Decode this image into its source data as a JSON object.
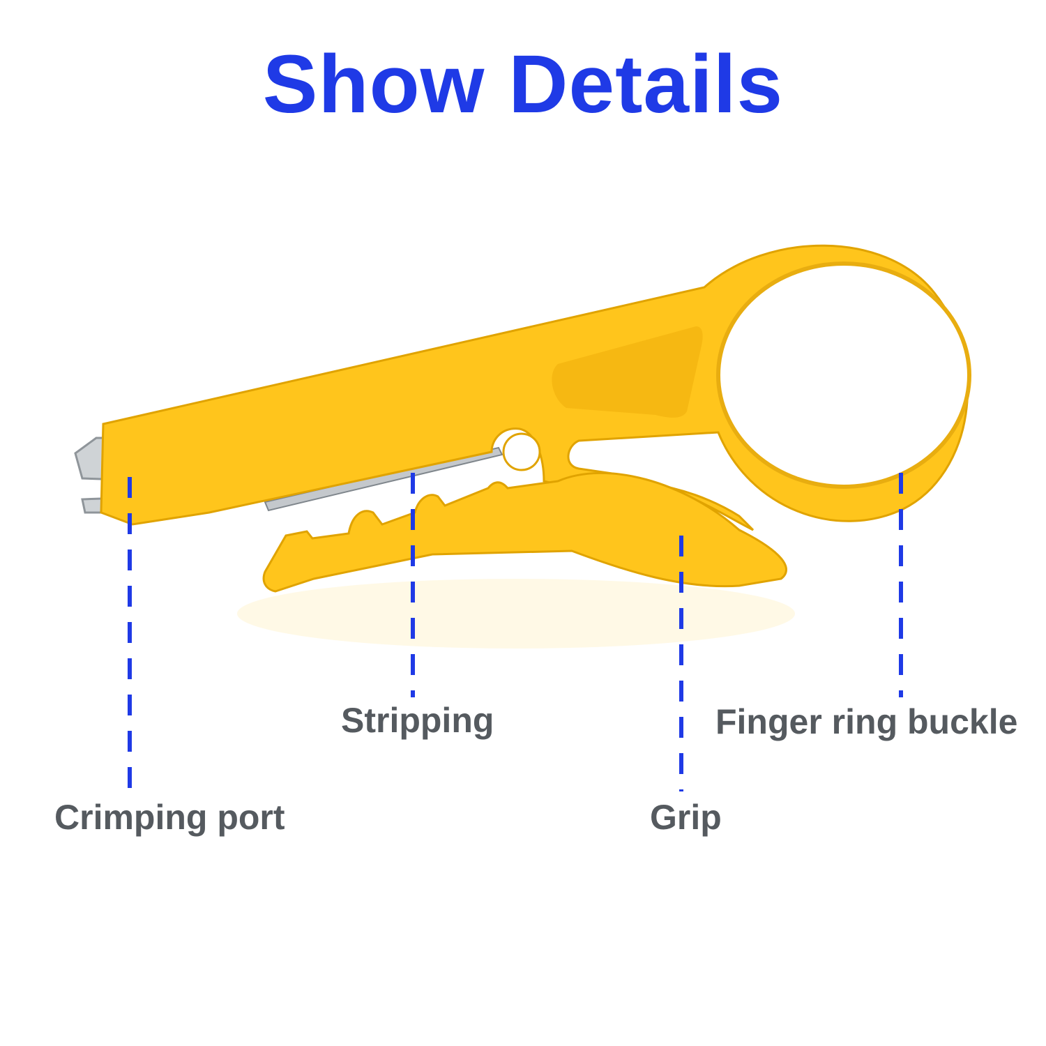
{
  "title": "Show Details",
  "colors": {
    "title": "#1f3ae6",
    "leader_line": "#1f3ae6",
    "label_text": "#555a5f",
    "tool_body": "#ffc51c",
    "tool_shadow": "#e0a300",
    "blade": "#c9cdd1"
  },
  "callouts": {
    "crimping_port": "Crimping port",
    "stripping": "Stripping",
    "grip": "Grip",
    "finger_ring_buckle": "Finger ring buckle"
  }
}
